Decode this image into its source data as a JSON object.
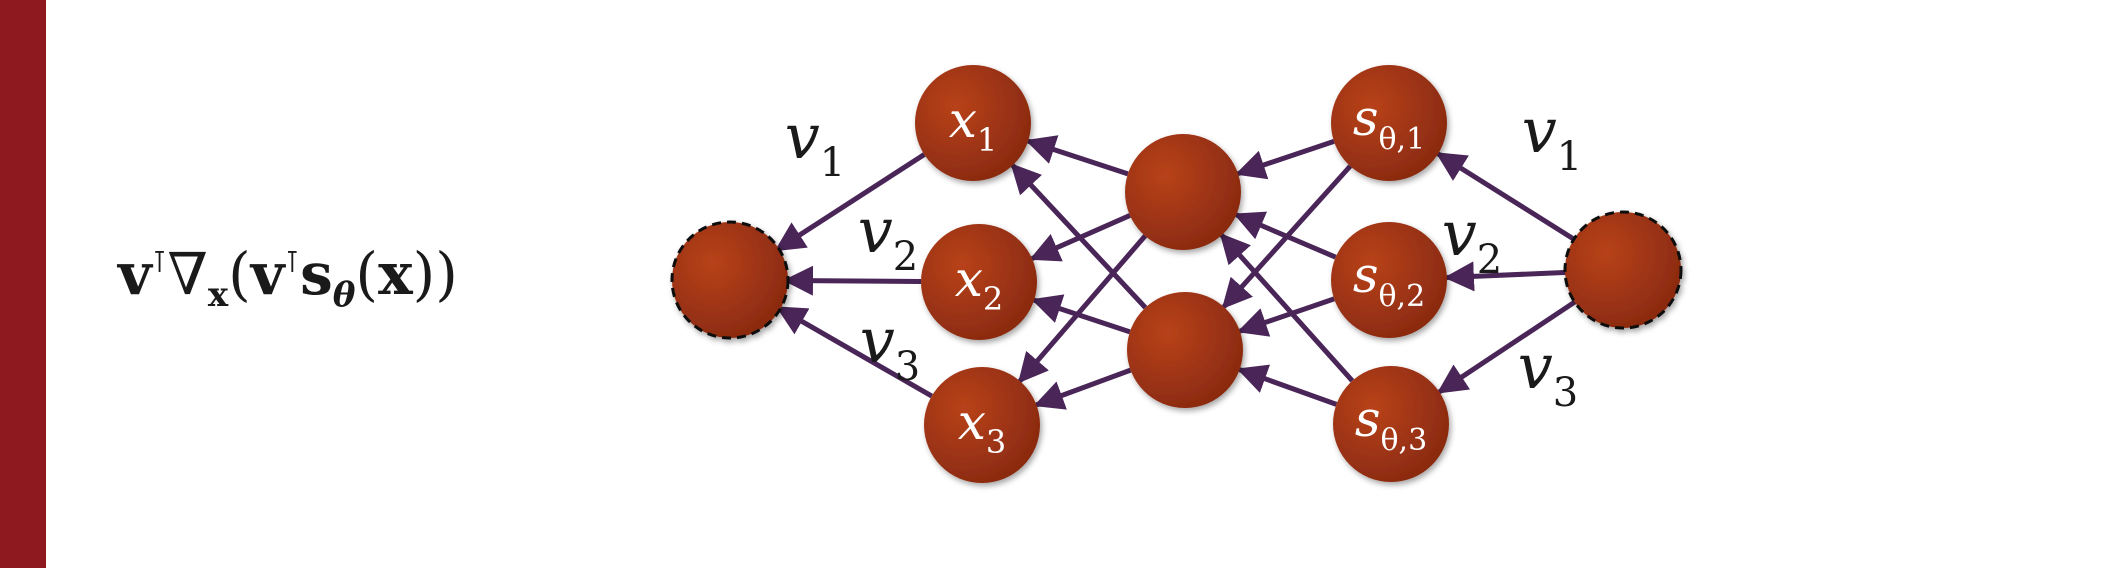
{
  "formula": {
    "v": "v",
    "T": "⊺",
    "nabla": "∇",
    "x_sub": "x",
    "open": "(",
    "v2": "v",
    "T2": "⊺",
    "s": "s",
    "theta": "θ",
    "open2": "(",
    "x": "x",
    "close": "))"
  },
  "inputs": [
    {
      "base": "x",
      "sub": "1"
    },
    {
      "base": "x",
      "sub": "2"
    },
    {
      "base": "x",
      "sub": "3"
    }
  ],
  "outputs": [
    {
      "base": "s",
      "sub": "θ,1"
    },
    {
      "base": "s",
      "sub": "θ,2"
    },
    {
      "base": "s",
      "sub": "θ,3"
    }
  ],
  "left_edge_labels": [
    {
      "base": "v",
      "sub": "1"
    },
    {
      "base": "v",
      "sub": "2"
    },
    {
      "base": "v",
      "sub": "3"
    }
  ],
  "right_edge_labels": [
    {
      "base": "v",
      "sub": "1"
    },
    {
      "base": "v",
      "sub": "2"
    },
    {
      "base": "v",
      "sub": "3"
    }
  ],
  "colors": {
    "node": "#962f12",
    "node_highlight": "#b23d18",
    "edge": "#4a2558",
    "bar": "#8e1a1f"
  }
}
